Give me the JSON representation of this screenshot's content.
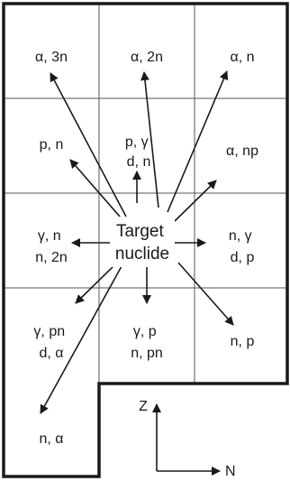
{
  "cells": [
    {
      "id": "top-left",
      "lines": [
        "α, 3n"
      ]
    },
    {
      "id": "top-center",
      "lines": [
        "α, 2n"
      ]
    },
    {
      "id": "top-right",
      "lines": [
        "α, n"
      ]
    },
    {
      "id": "mid-left",
      "lines": [
        "p, n"
      ]
    },
    {
      "id": "mid-center",
      "lines": [
        "p, γ",
        "d, n"
      ]
    },
    {
      "id": "mid-right",
      "lines": [
        "α, np"
      ]
    },
    {
      "id": "center-left",
      "lines": [
        "γ, n",
        "n, 2n"
      ]
    },
    {
      "id": "center-right",
      "lines": [
        "n, γ",
        "d, p"
      ]
    },
    {
      "id": "lower-left",
      "lines": [
        "γ, pn",
        "d, α"
      ]
    },
    {
      "id": "lower-center",
      "lines": [
        "γ, p",
        "n, pn"
      ]
    },
    {
      "id": "lower-right",
      "lines": [
        "n, p"
      ]
    },
    {
      "id": "bottom-left",
      "lines": [
        "n, α"
      ]
    }
  ],
  "target": {
    "lines": [
      "Target",
      "nuclide"
    ]
  },
  "axes": {
    "z_label": "Z",
    "n_label": "N"
  },
  "colors": {
    "line": "#1a1a1a",
    "grid": "#555555",
    "background": "#ffffff"
  }
}
